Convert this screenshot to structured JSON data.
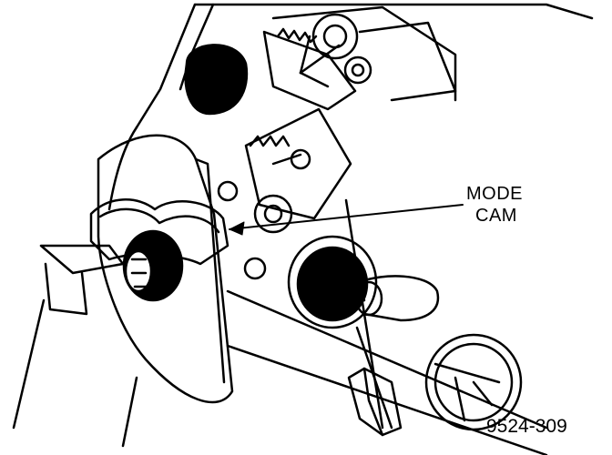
{
  "callout": {
    "line1": "MODE",
    "line2": "CAM"
  },
  "figure_id": "9524-309",
  "colors": {
    "ink": "#000000",
    "shade": "#8a8a8a",
    "paper": "#ffffff"
  }
}
